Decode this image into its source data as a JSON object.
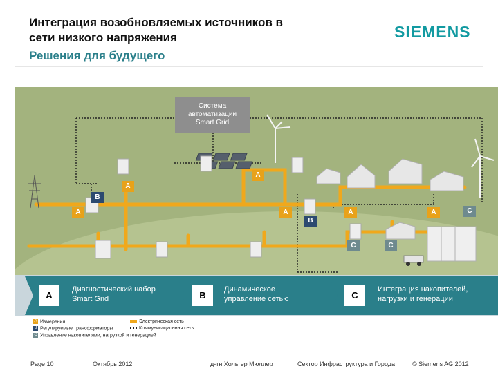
{
  "header": {
    "title_line1": "Интеграция возобновляемых источников в",
    "title_line2": "сети низкого напряжения",
    "subtitle": "Решения для будущего",
    "logo": "SIEMENS"
  },
  "diagram": {
    "system_box": [
      "Система",
      "автоматизации",
      "Smart Grid"
    ],
    "tag_labels": {
      "a": "A",
      "b": "B",
      "c": "C"
    }
  },
  "chevrons": [
    {
      "letter": "A",
      "label_line1": "Диагностический набор",
      "label_line2": "Smart Grid"
    },
    {
      "letter": "B",
      "label_line1": "Динамическое",
      "label_line2": "управление сетью"
    },
    {
      "letter": "C",
      "label_line1": "Интеграция накопителей,",
      "label_line2": "нагрузки и генерации"
    }
  ],
  "legend": {
    "items": [
      {
        "key": "A",
        "text": "Измерения"
      },
      {
        "key": "B",
        "text": "Регулируемые трансформаторы"
      },
      {
        "key": "C",
        "text": "Управление накопителями, нагрузкой и генерацией"
      }
    ],
    "lines": [
      {
        "text": "Электрическая сеть"
      },
      {
        "text": "Коммуникационная сеть"
      }
    ]
  },
  "footer": {
    "page": "Page 10",
    "date": "Октябрь 2012",
    "author": "д-тн Хольгер Мюллер",
    "sector": "Сектор Инфраструктура и Города",
    "copyright": "© Siemens AG 2012"
  },
  "colors": {
    "accent": "#129aa1",
    "grid_line": "#f0a81c",
    "band": "#2a7f8a",
    "tag_a": "#e8a21a",
    "tag_b": "#2c4a70",
    "tag_c": "#6e8a8e"
  }
}
